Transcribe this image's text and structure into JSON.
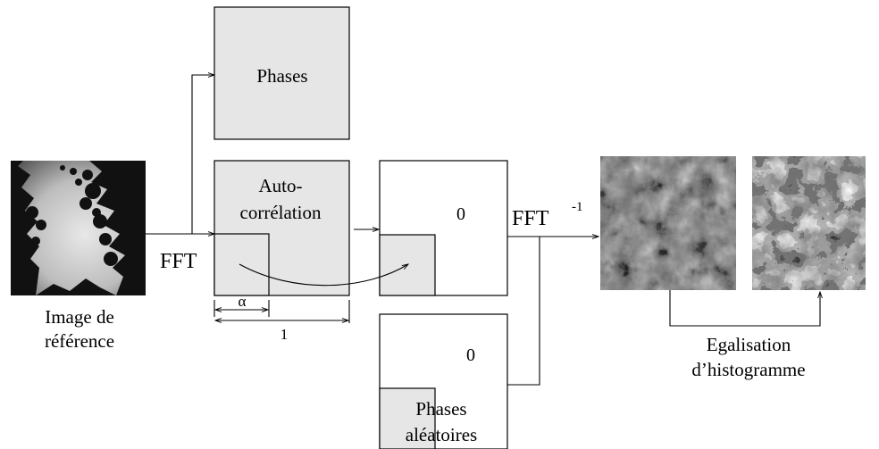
{
  "labels": {
    "phases": "Phases",
    "autocorr_line1": "Auto-",
    "autocorr_line2": "corrélation",
    "zero_top": "0",
    "zero_bottom": "0",
    "fft": "FFT",
    "ifft_base": "FFT",
    "ifft_exp": "-1",
    "alpha": "α",
    "one": "1",
    "ref_line1": "Image de",
    "ref_line2": "référence",
    "random_phases_line1": "Phases",
    "random_phases_line2": "aléatoires",
    "equalization_line1": "Egalisation",
    "equalization_line2": "d’histogramme"
  },
  "colors": {
    "box_fill": "#e6e6e6",
    "stroke": "#000000"
  }
}
